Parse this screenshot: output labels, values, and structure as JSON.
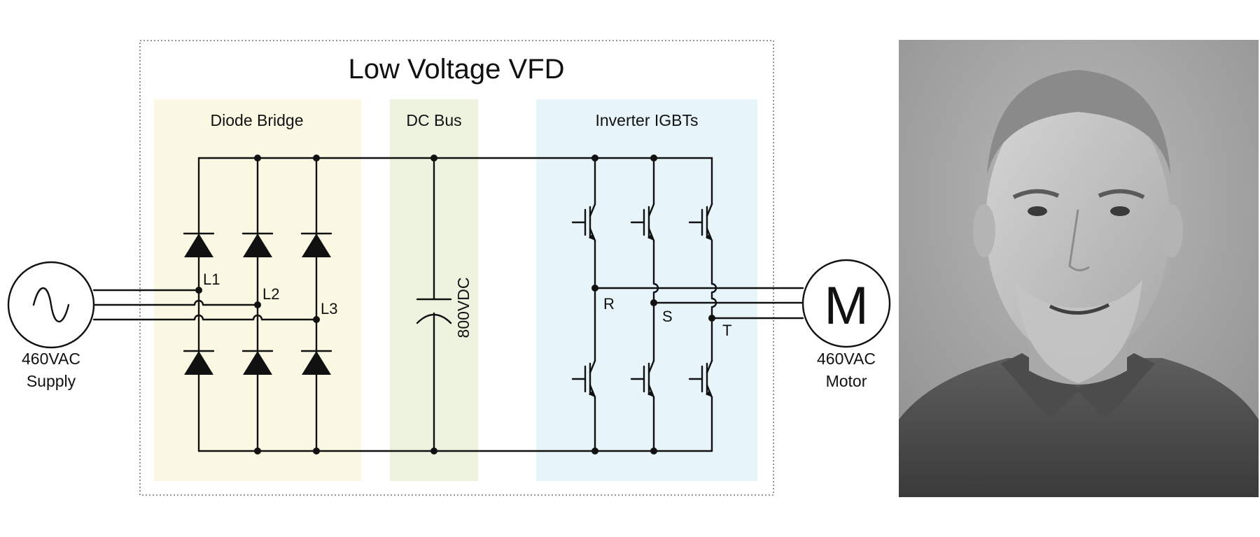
{
  "diagram": {
    "title": "Low Voltage VFD",
    "sections": {
      "diode_bridge": "Diode Bridge",
      "dc_bus": "DC Bus",
      "inverter": "Inverter IGBTs"
    },
    "dc_voltage": "800VDC",
    "input_phases": [
      "L1",
      "L2",
      "L3"
    ],
    "output_phases": [
      "R",
      "S",
      "T"
    ],
    "supply": {
      "voltage": "460VAC",
      "label": "Supply"
    },
    "motor": {
      "symbol": "M",
      "voltage": "460VAC",
      "label": "Motor"
    },
    "supply_symbol_icon": "sine-wave-icon",
    "colors": {
      "diode_bridge_bg": "#fbf8e3",
      "dc_bus_bg": "#eef3df",
      "inverter_bg": "#e7f4f9",
      "wire": "#111111"
    }
  },
  "photo": {
    "subject": "portrait-photo",
    "style": "black-and-white"
  }
}
